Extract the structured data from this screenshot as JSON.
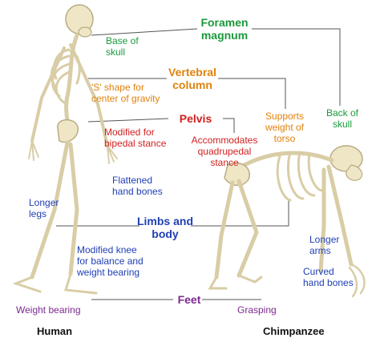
{
  "colors": {
    "foramen": "#1a9a3a",
    "vertebral": "#e0820c",
    "pelvis": "#d21f1f",
    "limbs": "#1f3fb5",
    "feet": "#7b2a8e",
    "connector": "#555555",
    "bone": "#efe6c6",
    "bone_stroke": "#b8ab82"
  },
  "headings": {
    "foramen_magnum": "Foramen\nmagnum",
    "vertebral_column": "Vertebral\ncolumn",
    "pelvis": "Pelvis",
    "limbs_and_body": "Limbs and\nbody",
    "feet": "Feet"
  },
  "human": {
    "name": "Human",
    "base_of_skull": "Base of\nskull",
    "s_shape": "'S' shape for\ncenter of gravity",
    "pelvis_note": "Modified for\nbipedal stance",
    "flattened_hand": "Flattened\nhand bones",
    "longer_legs": "Longer\nlegs",
    "modified_knee": "Modified knee\nfor balance and\nweight bearing",
    "feet_note": "Weight bearing"
  },
  "chimpanzee": {
    "name": "Chimpanzee",
    "back_of_skull": "Back of\nskull",
    "supports_torso": "Supports\nweight of\ntorso",
    "pelvis_note": "Accommodates\nquadrupedal\nstance",
    "longer_arms": "Longer\narms",
    "curved_hand": "Curved\nhand bones",
    "feet_note": "Grasping"
  }
}
